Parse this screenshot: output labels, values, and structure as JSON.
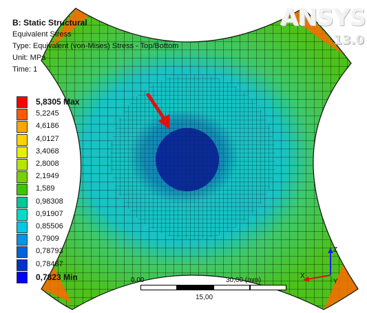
{
  "header": {
    "title": "B: Static Structural",
    "result_name": "Equivalent Stress",
    "type": "Type: Equivalent (von-Mises) Stress - Top/Bottom",
    "unit": "Unit: MPa",
    "time": "Time: 1"
  },
  "logo": {
    "brand": "ANSYS",
    "version": "13.0"
  },
  "legend": {
    "levels": [
      {
        "label": "5,8305 Max",
        "color": "#ff0000"
      },
      {
        "label": "5,2245",
        "color": "#ff5a00"
      },
      {
        "label": "4,6186",
        "color": "#ffa500"
      },
      {
        "label": "4,0127",
        "color": "#ffd200"
      },
      {
        "label": "3,4068",
        "color": "#e6f000"
      },
      {
        "label": "2,8008",
        "color": "#b4e600"
      },
      {
        "label": "2,1949",
        "color": "#78d200"
      },
      {
        "label": "1,589",
        "color": "#3cc800"
      },
      {
        "label": "0,98308",
        "color": "#00c896"
      },
      {
        "label": "0,91907",
        "color": "#00dcc8"
      },
      {
        "label": "0,85506",
        "color": "#00c8e6"
      },
      {
        "label": "0,7909",
        "color": "#0096e6"
      },
      {
        "label": "0,78793",
        "color": "#0064dc"
      },
      {
        "label": "0,78487",
        "color": "#0032c8"
      },
      {
        "label": "0,7823 Min",
        "color": "#0000ff"
      }
    ]
  },
  "scale": {
    "start": "0,00",
    "end": "30,00 (mm)",
    "mid": "15,00"
  },
  "triad": {
    "x": "X",
    "y": "Y",
    "z": "Z"
  },
  "colors": {
    "plate": "#4cc21a",
    "center": "#0a2a9a",
    "ring": "#19c2c4",
    "corner": "#ff6a00",
    "arrow": "#e01010"
  }
}
